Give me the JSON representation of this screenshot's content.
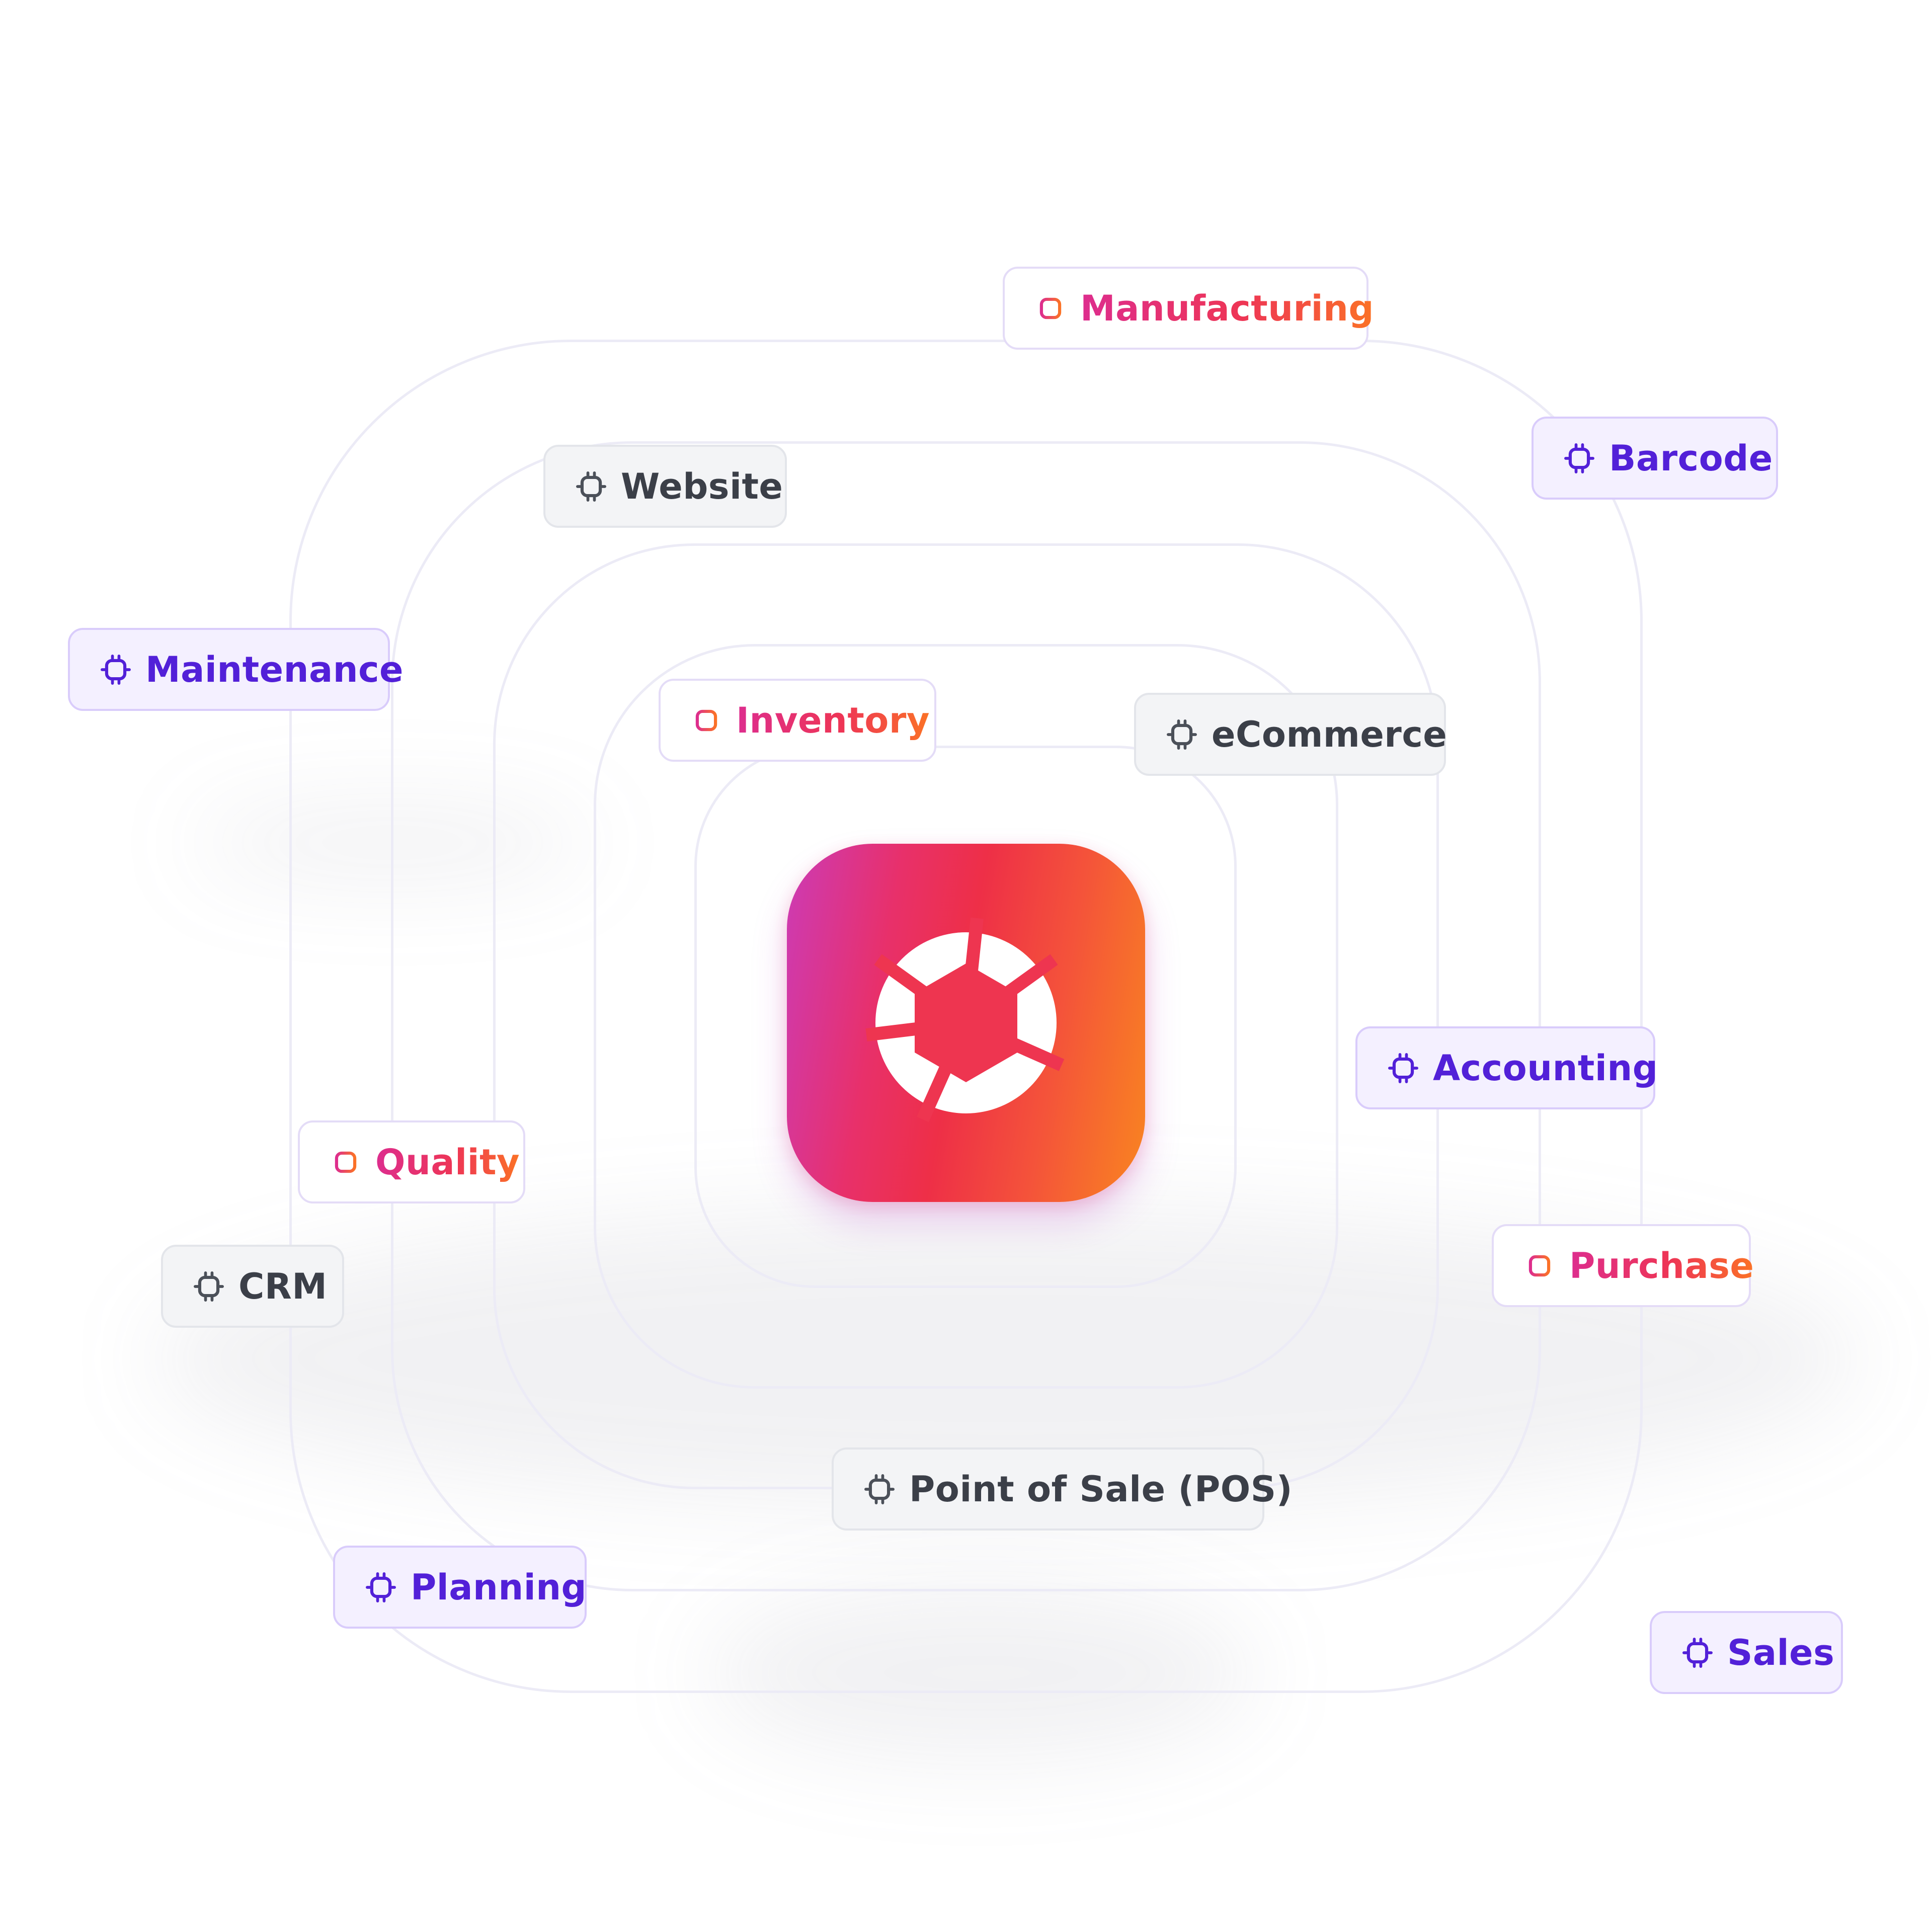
{
  "center_app": {
    "name": "app-aperture-logo",
    "gradient": [
      "#cc3bb6",
      "#ee2f47",
      "#f98520"
    ]
  },
  "colors": {
    "gray_text": "#3b3f48",
    "purple_text": "#5220d8",
    "gradient_text": [
      "#dd2d8e",
      "#ee3555",
      "#fb7226"
    ],
    "ring_stroke": "#ecebf6"
  },
  "modules": [
    {
      "id": "manufacturing",
      "label": "Manufacturing",
      "style": "grad",
      "icon": "chip-icon"
    },
    {
      "id": "barcode",
      "label": "Barcode",
      "style": "purple",
      "icon": "chip-icon"
    },
    {
      "id": "website",
      "label": "Website",
      "style": "gray",
      "icon": "chip-icon"
    },
    {
      "id": "maintenance",
      "label": "Maintenance",
      "style": "purple",
      "icon": "chip-icon"
    },
    {
      "id": "inventory",
      "label": "Inventory",
      "style": "grad",
      "icon": "chip-icon"
    },
    {
      "id": "ecommerce",
      "label": "eCommerce",
      "style": "gray",
      "icon": "chip-icon"
    },
    {
      "id": "accounting",
      "label": "Accounting",
      "style": "purple",
      "icon": "chip-icon"
    },
    {
      "id": "quality",
      "label": "Quality",
      "style": "grad",
      "icon": "chip-icon"
    },
    {
      "id": "purchase",
      "label": "Purchase",
      "style": "grad",
      "icon": "chip-icon"
    },
    {
      "id": "crm",
      "label": "CRM",
      "style": "gray",
      "icon": "chip-icon"
    },
    {
      "id": "pos",
      "label": "Point of Sale (POS)",
      "style": "gray",
      "icon": "chip-icon"
    },
    {
      "id": "planning",
      "label": "Planning",
      "style": "purple",
      "icon": "chip-icon"
    },
    {
      "id": "sales",
      "label": "Sales",
      "style": "purple",
      "icon": "chip-icon"
    }
  ]
}
